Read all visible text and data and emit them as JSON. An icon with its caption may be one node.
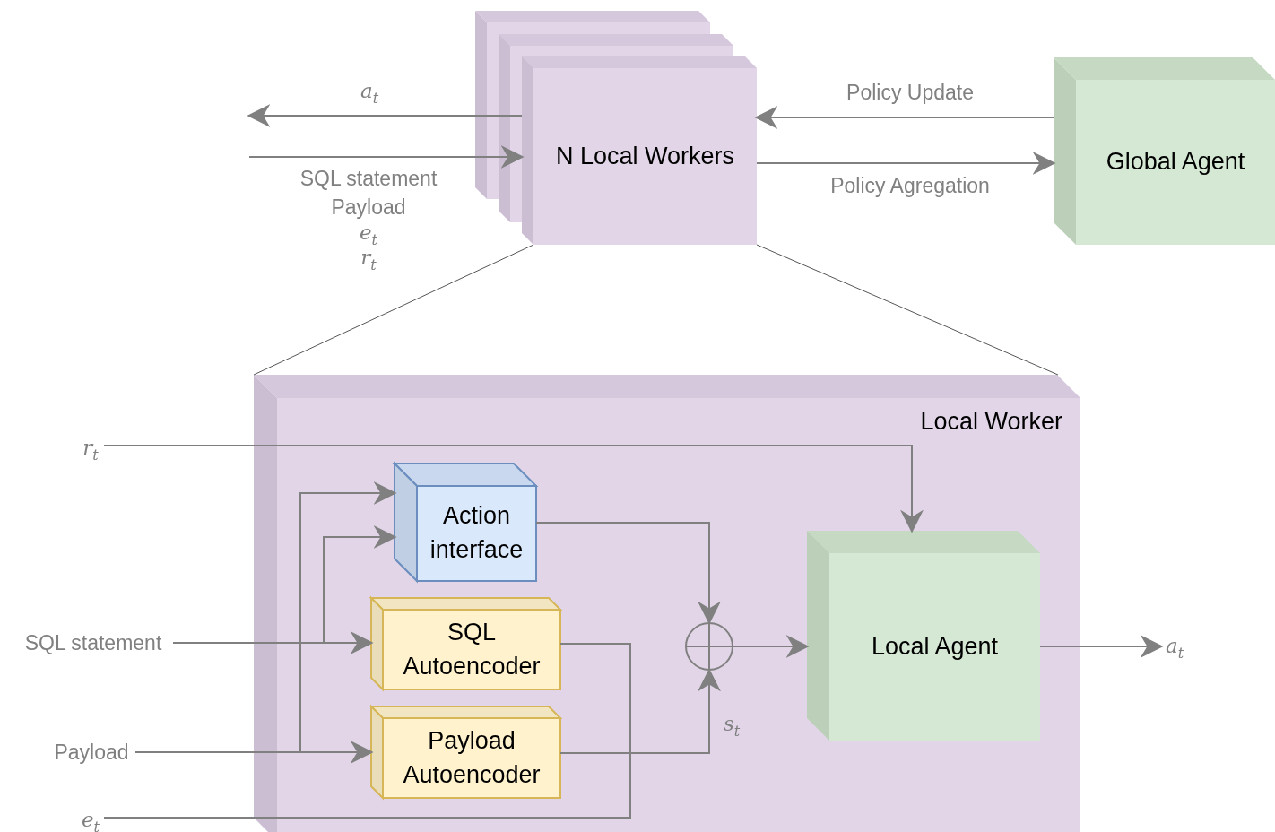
{
  "diagram": {
    "nodes": [
      {
        "text": [
          "N Local Workers"
        ]
      },
      {
        "text": [
          "Global Agent"
        ]
      },
      {
        "text": [
          "Local Worker"
        ]
      },
      {
        "text": [
          "Action interface"
        ],
        "in": 2
      },
      {
        "text": [
          "SQL Autoencoder"
        ],
        "in": 2
      },
      {
        "text": [
          "Payload Autoencoder"
        ],
        "in": 2
      },
      {
        "text": [],
        "shape": "circle",
        "in": 2
      },
      {
        "text": [
          "Local Agent"
        ],
        "in": 2
      },
      {
        "text": [
          "r$_{t}$"
        ]
      },
      {
        "text": [
          "SQL statement"
        ]
      },
      {
        "text": [
          "Payload"
        ]
      },
      {
        "text": [
          "e$_{t}$"
        ]
      },
      {
        "text": [
          "a$_{t}$"
        ]
      }
    ],
    "edges": [
      {
        "from": 0,
        "to": null,
        "arrow": "to",
        "label": "a$_{t}$"
      },
      {
        "from": null,
        "to": 0,
        "arrow": "to",
        "label": "SQL statement"
      },
      {
        "from": 1,
        "to": 0,
        "arrow": "to",
        "label": "Policy Update"
      },
      {
        "from": 0,
        "to": 1,
        "arrow": "to",
        "label": "Policy Agregation"
      },
      {
        "from": 8,
        "to": 7,
        "arrow": "to"
      },
      {
        "from": 9,
        "to": 4,
        "arrow": "to"
      },
      {
        "from": 9,
        "to": 3,
        "arrow": "to"
      },
      {
        "from": 10,
        "to": 5,
        "arrow": "to"
      },
      {
        "from": 10,
        "to": 3,
        "arrow": "to"
      },
      {
        "from": 3,
        "to": 6,
        "arrow": "to"
      },
      {
        "from": 5,
        "to": 6,
        "arrow": "to",
        "label": "s$_{t}$"
      },
      {
        "from": 11,
        "to": 4,
        "arrow": "none"
      },
      {
        "from": 6,
        "to": 7,
        "arrow": "to"
      },
      {
        "from": 7,
        "to": 12,
        "arrow": "to"
      },
      {
        "from": 0,
        "to": 2,
        "arrow": "none",
        "color": "#555555"
      },
      {
        "from": 0,
        "to": 2,
        "arrow": "none",
        "color": "#555555"
      }
    ],
    "labels": [
      "Payload",
      "e$_{t}$",
      "r$_{t}$"
    ]
  }
}
